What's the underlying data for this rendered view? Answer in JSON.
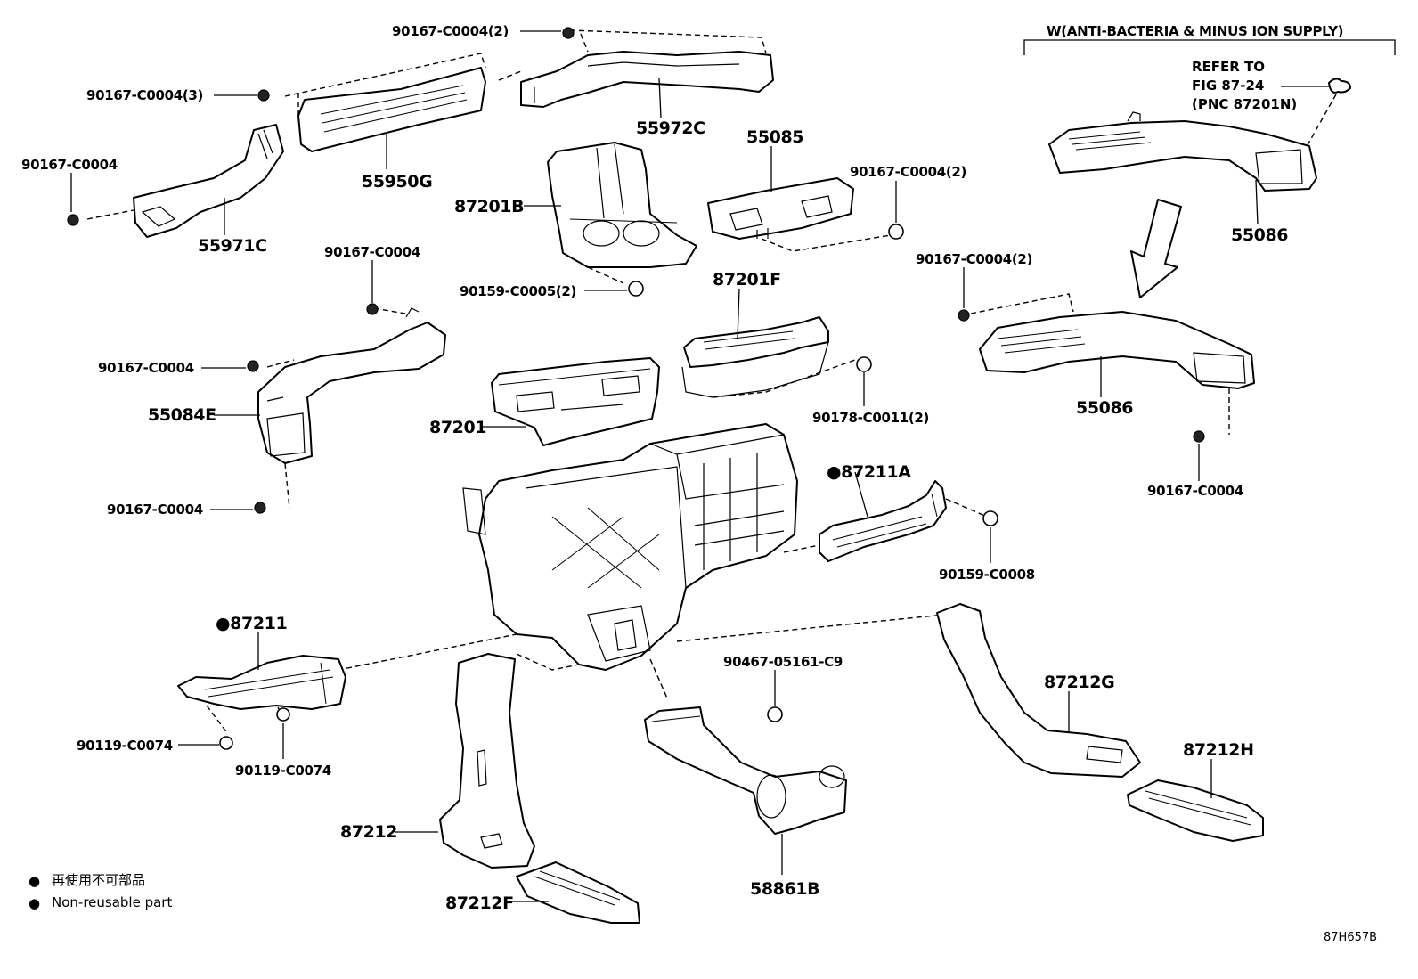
{
  "labels": {
    "p90167_c0004_2_top": "90167-C0004(2)",
    "p90167_c0004_3": "90167-C0004(3)",
    "p90167_c0004_left": "90167-C0004",
    "p55972c": "55972C",
    "p55950g": "55950G",
    "p55971c": "55971C",
    "p87201b": "87201B",
    "p55085": "55085",
    "p90167_c0004_2_mid": "90167-C0004(2)",
    "p90159_c0005_2": "90159-C0005(2)",
    "p90167_c0004_mid": "90167-C0004",
    "p87201f": "87201F",
    "p90167_c0004_2_right": "90167-C0004(2)",
    "p55086_top": "55086",
    "p55086_mid": "55086",
    "p90167_c0004_l2": "90167-C0004",
    "p55084e": "55084E",
    "p87201": "87201",
    "p90178_c0011_2": "90178-C0011(2)",
    "p87211a": "●87211A",
    "p90167_c0004_l3": "90167-C0004",
    "p90167_c0004_r": "90167-C0004",
    "p90159_c0008": "90159-C0008",
    "p87211": "●87211",
    "p90467": "90467-05161-C9",
    "p87212g": "87212G",
    "p87212h": "87212H",
    "p90119_a": "90119-C0074",
    "p90119_b": "90119-C0074",
    "p87212": "87212",
    "p58861b": "58861B",
    "p87212f": "87212F"
  },
  "header": {
    "variant": "W(ANTI-BACTERIA & MINUS ION SUPPLY)",
    "refer_line1": "REFER TO",
    "refer_line2": "FIG 87-24",
    "refer_line3": "(PNC 87201N)"
  },
  "legend": {
    "jp": "再使用不可部品",
    "en": "Non-reusable part",
    "bullet": "●"
  },
  "illustration_id": "87H657B"
}
